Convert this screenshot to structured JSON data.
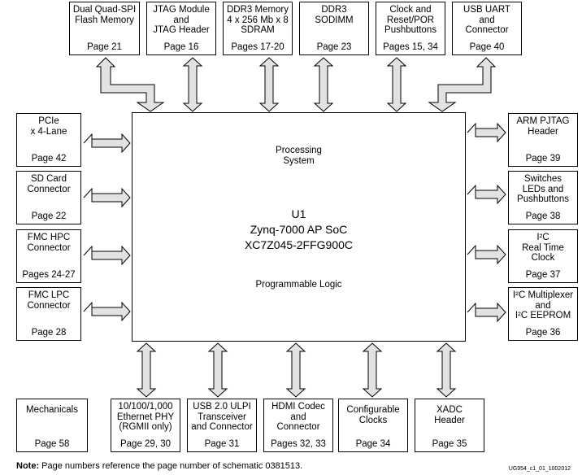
{
  "soc": {
    "processing_system": "Processing\nSystem",
    "ref": "U1",
    "name": "Zynq-7000 AP SoC",
    "part": "XC7Z045-2FFG900C",
    "programmable_logic": "Programmable Logic"
  },
  "top": [
    {
      "label": "Dual Quad-SPI\nFlash Memory",
      "page": "Page 21"
    },
    {
      "label": "JTAG Module\nand\nJTAG Header",
      "page": "Page 16"
    },
    {
      "label": "DDR3 Memory\n4 x 256 Mb x 8\nSDRAM",
      "page": "Pages 17-20"
    },
    {
      "label": "DDR3\nSODIMM",
      "page": "Page 23"
    },
    {
      "label": "Clock and\nReset/POR\nPushbuttons",
      "page": "Pages 15, 34"
    },
    {
      "label": "USB UART\nand\nConnector",
      "page": "Page 40"
    }
  ],
  "left": [
    {
      "label": "PCIe\nx 4-Lane",
      "page": "Page 42"
    },
    {
      "label": "SD Card\nConnector",
      "page": "Page 22"
    },
    {
      "label": "FMC HPC\nConnector",
      "page": "Pages 24-27"
    },
    {
      "label": "FMC LPC\nConnector",
      "page": "Page 28"
    }
  ],
  "right": [
    {
      "label": "ARM PJTAG\nHeader",
      "page": "Page 39"
    },
    {
      "label": "Switches\nLEDs and\nPushbuttons",
      "page": "Page 38"
    },
    {
      "label": "I²C\nReal Time\nClock",
      "page": "Page 37"
    },
    {
      "label": "I²C Multiplexer\nand\nI²C EEPROM",
      "page": "Page 36"
    }
  ],
  "bottom": [
    {
      "label": "Mechanicals",
      "page": "Page 58"
    },
    {
      "label": "10/100/1,000\nEthernet PHY\n(RGMII only)",
      "page": "Page 29, 30"
    },
    {
      "label": "USB 2.0 ULPI\nTransceiver\nand Connector",
      "page": "Page 31"
    },
    {
      "label": "HDMI Codec\nand\nConnector",
      "page": "Pages 32, 33"
    },
    {
      "label": "Configurable\nClocks",
      "page": "Page 34"
    },
    {
      "label": "XADC\nHeader",
      "page": "Page 35"
    }
  ],
  "note": {
    "prefix": "Note:",
    "text": " Page numbers reference the page number of schematic 0381513."
  },
  "figure_id": "UG954_c1_01_1002012"
}
